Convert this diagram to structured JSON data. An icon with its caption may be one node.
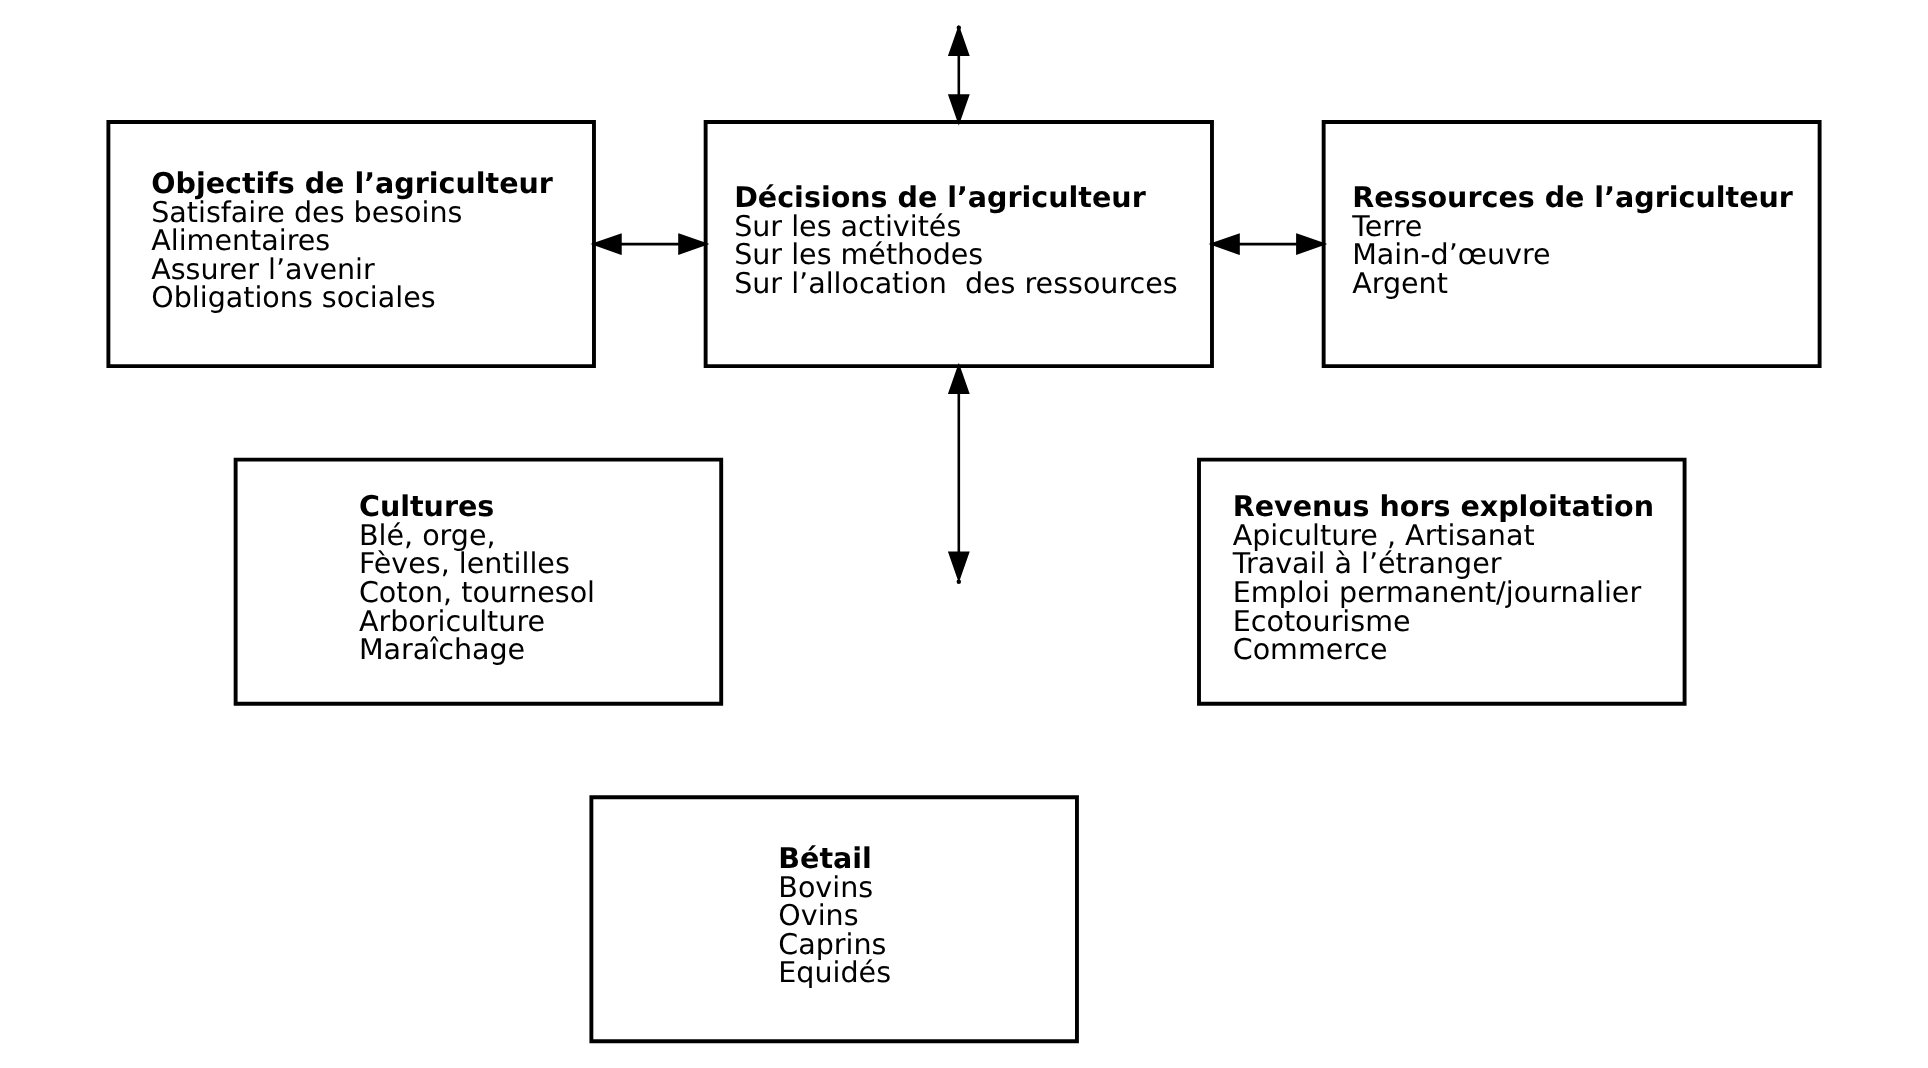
{
  "diagram": {
    "nodes": [
      {
        "text": [
          "Objectifs de l’agriculteur",
          "Satisfaire des besoins",
          "Alimentaires",
          "Assurer l’avenir",
          "Obligations sociales"
        ]
      },
      {
        "text": [
          "Décisions de l’agriculteur",
          "Sur les activités",
          "Sur les méthodes",
          "Sur l’allocation  des ressources"
        ]
      },
      {
        "text": [
          "Ressources de l’agriculteur",
          "Terre",
          "Main-d’œuvre",
          "Argent"
        ]
      },
      {
        "text": [
          "Cultures",
          "Blé, orge,",
          "Fèves, lentilles",
          "Coton, tournesol",
          "Arboriculture",
          "Maraîchage"
        ]
      },
      {
        "text": [
          "Revenus hors exploitation",
          "Apiculture , Artisanat",
          "Travail à l’étranger",
          "Emploi permanent/journalier",
          "Ecotourisme",
          "Commerce"
        ]
      },
      {
        "text": [
          "Bétail",
          "Bovins",
          "Ovins",
          "Caprins",
          "Equidés"
        ]
      }
    ],
    "edges": [
      {
        "from": null,
        "to": 1,
        "arrow": "both"
      },
      {
        "from": 0,
        "to": 1,
        "arrow": "both"
      },
      {
        "from": 1,
        "to": 2,
        "arrow": "both"
      },
      {
        "from": 1,
        "to": null,
        "arrow": "both"
      }
    ]
  }
}
